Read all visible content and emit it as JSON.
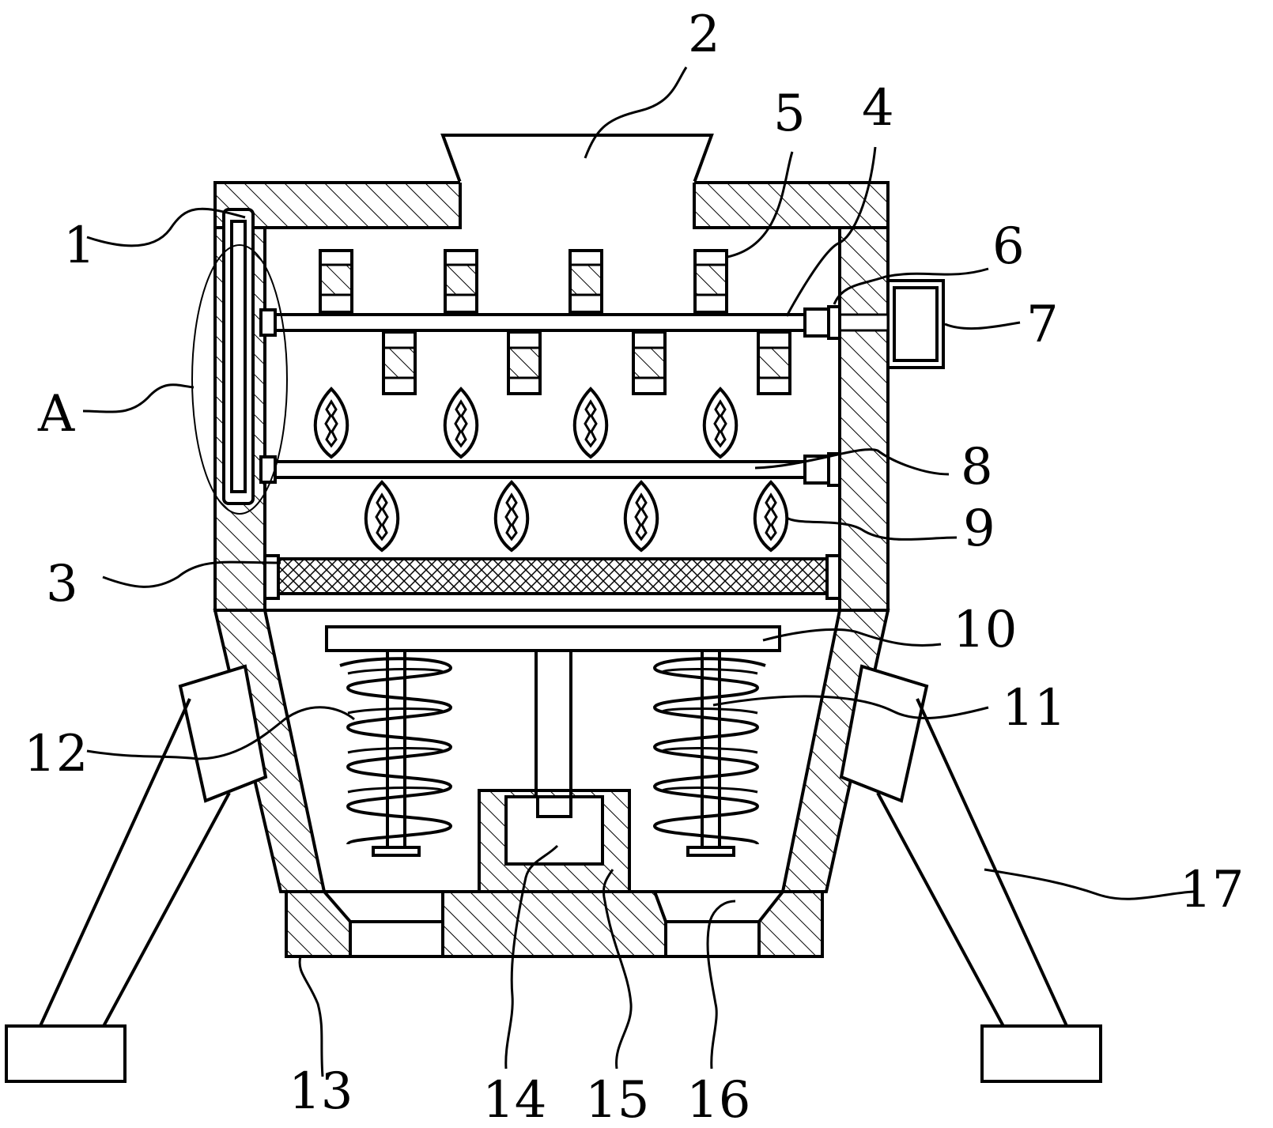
{
  "labels": {
    "l1": "1",
    "l2": "2",
    "l3": "3",
    "l4": "4",
    "l5": "5",
    "l6": "6",
    "l7": "7",
    "l8": "8",
    "l9": "9",
    "l10": "10",
    "l11": "11",
    "l12": "12",
    "l13": "13",
    "l14": "14",
    "l15": "15",
    "l16": "16",
    "l17": "17",
    "lA": "A"
  }
}
